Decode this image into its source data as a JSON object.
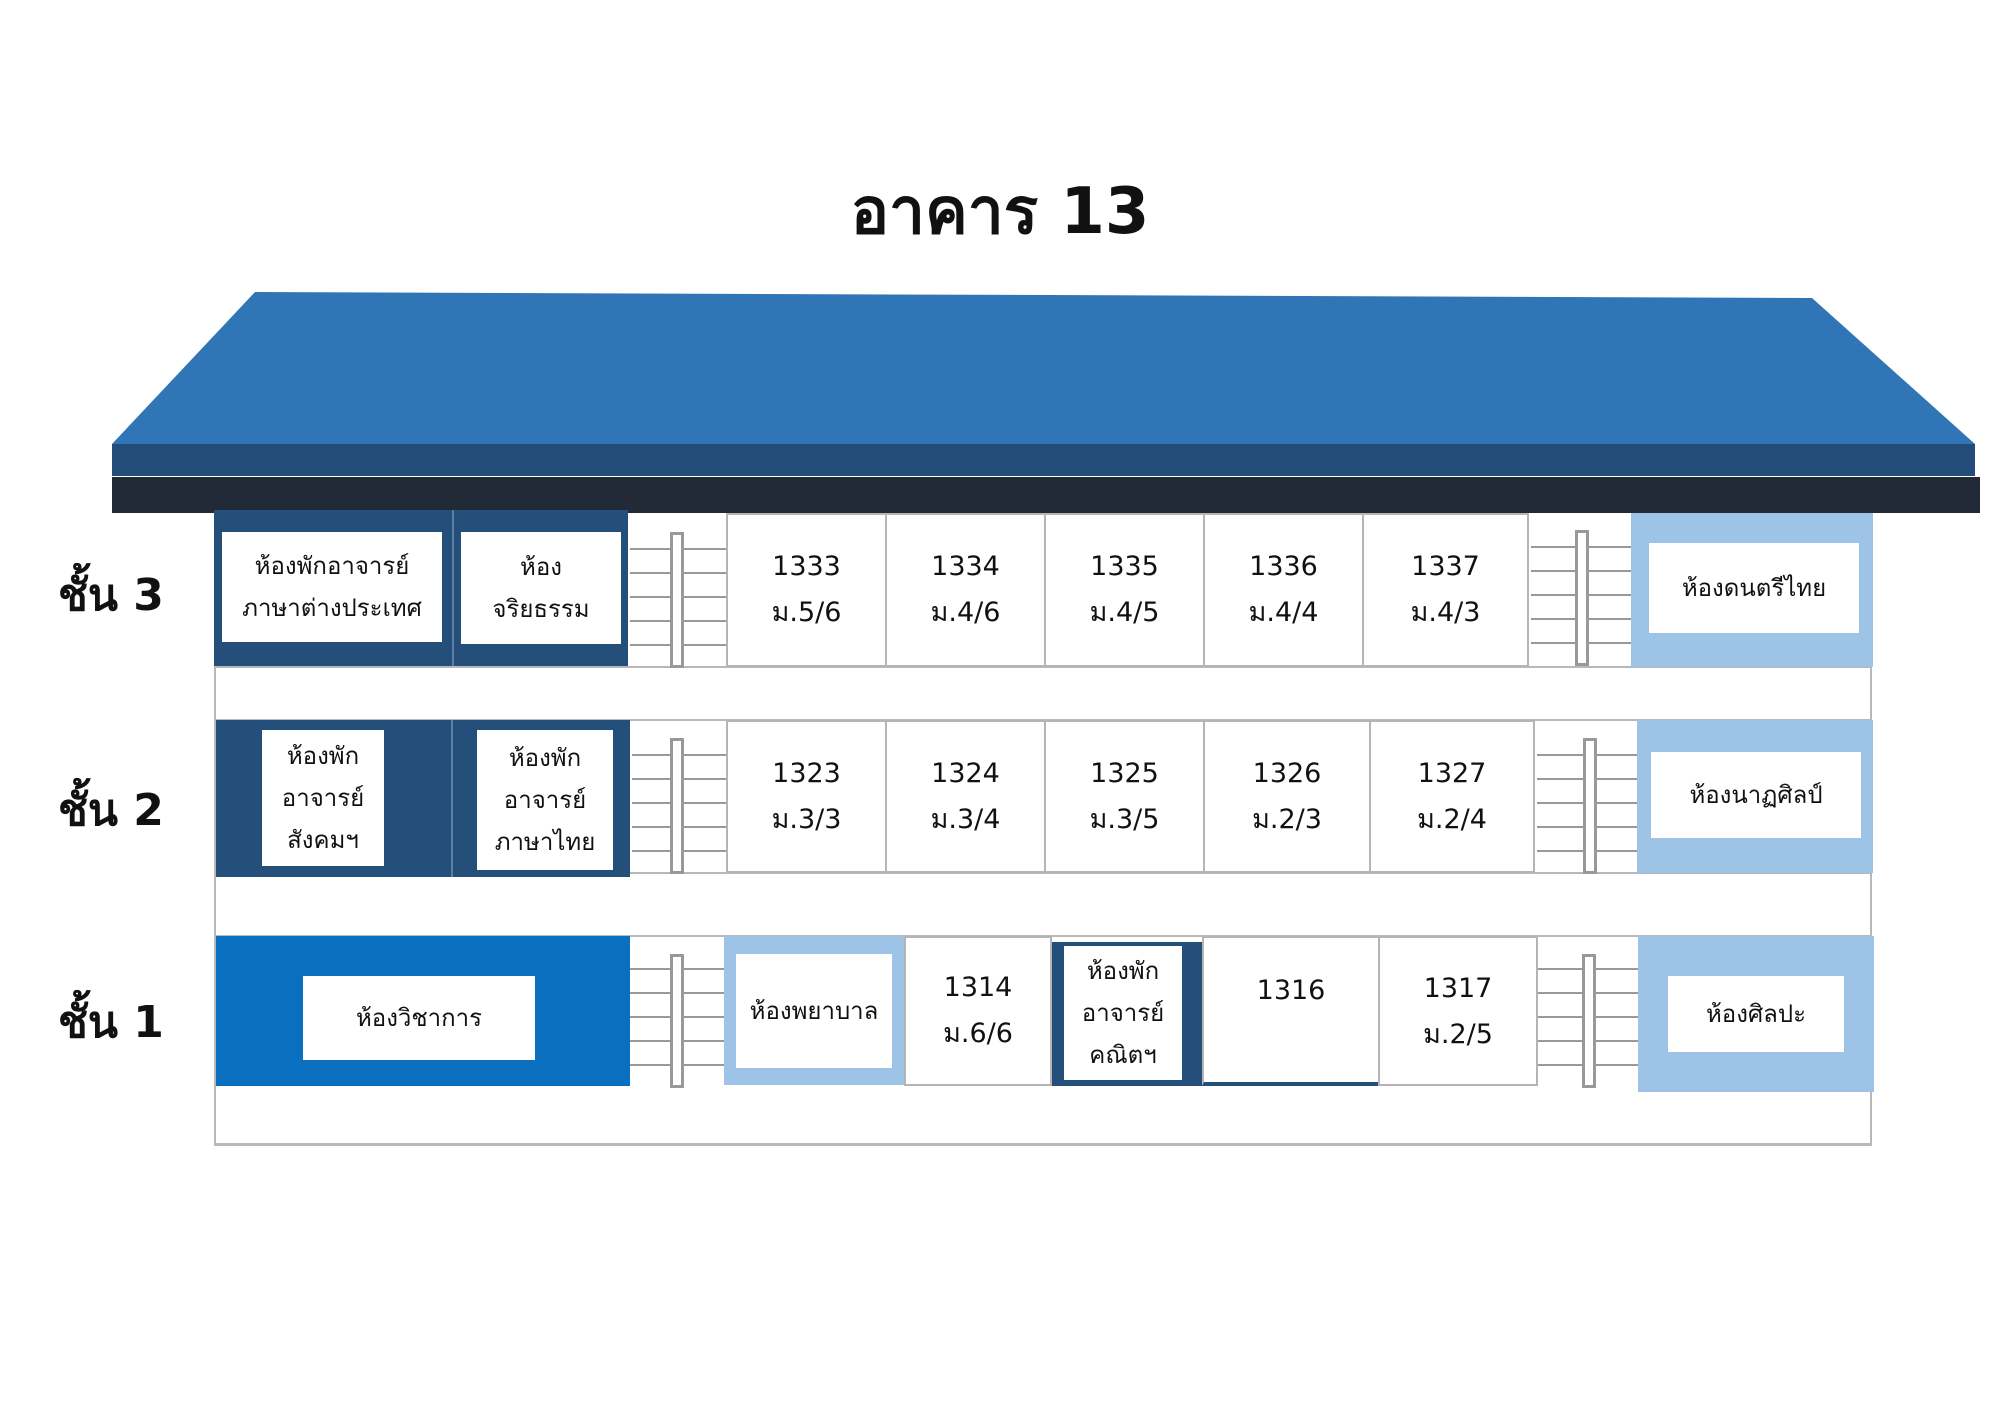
{
  "title": "อาคาร 13",
  "colors": {
    "roof": "#3075b5",
    "roof_band": "#234d78",
    "roof_base": "#222a38",
    "navy": "#234f7a",
    "blue": "#0a6fbe",
    "light_blue": "#9dc3e6",
    "frame": "#b8b8b8"
  },
  "floors": {
    "floor3": {
      "label": "ชั้น 3",
      "left_blocks": [
        {
          "lines": [
            "ห้องพักอาจารย์",
            "ภาษาต่างประเทศ"
          ]
        },
        {
          "lines": [
            "ห้อง",
            "จริยธรรม"
          ]
        }
      ],
      "rooms": [
        {
          "number": "1333",
          "class": "ม.5/6"
        },
        {
          "number": "1334",
          "class": "ม.4/6"
        },
        {
          "number": "1335",
          "class": "ม.4/5"
        },
        {
          "number": "1336",
          "class": "ม.4/4"
        },
        {
          "number": "1337",
          "class": "ม.4/3"
        }
      ],
      "right_block": {
        "label": "ห้องดนตรีไทย"
      }
    },
    "floor2": {
      "label": "ชั้น 2",
      "left_blocks": [
        {
          "lines": [
            "ห้องพัก",
            "อาจารย์",
            "สังคมฯ"
          ]
        },
        {
          "lines": [
            "ห้องพัก",
            "อาจารย์",
            "ภาษาไทย"
          ]
        }
      ],
      "rooms": [
        {
          "number": "1323",
          "class": "ม.3/3"
        },
        {
          "number": "1324",
          "class": "ม.3/4"
        },
        {
          "number": "1325",
          "class": "ม.3/5"
        },
        {
          "number": "1326",
          "class": "ม.2/3"
        },
        {
          "number": "1327",
          "class": "ม.2/4"
        }
      ],
      "right_block": {
        "label": "ห้องนาฏศิลป์"
      }
    },
    "floor1": {
      "label": "ชั้น 1",
      "left_block": {
        "label": "ห้องวิชาการ"
      },
      "nurse_room": {
        "label": "ห้องพยาบาล"
      },
      "room_1314": {
        "number": "1314",
        "class": "ม.6/6"
      },
      "math_office": {
        "lines": [
          "ห้องพัก",
          "อาจารย์",
          "คณิตฯ"
        ]
      },
      "room_1316": {
        "number": "1316"
      },
      "room_1317": {
        "number": "1317",
        "class": "ม.2/5"
      },
      "right_block": {
        "label": "ห้องศิลปะ"
      }
    }
  }
}
